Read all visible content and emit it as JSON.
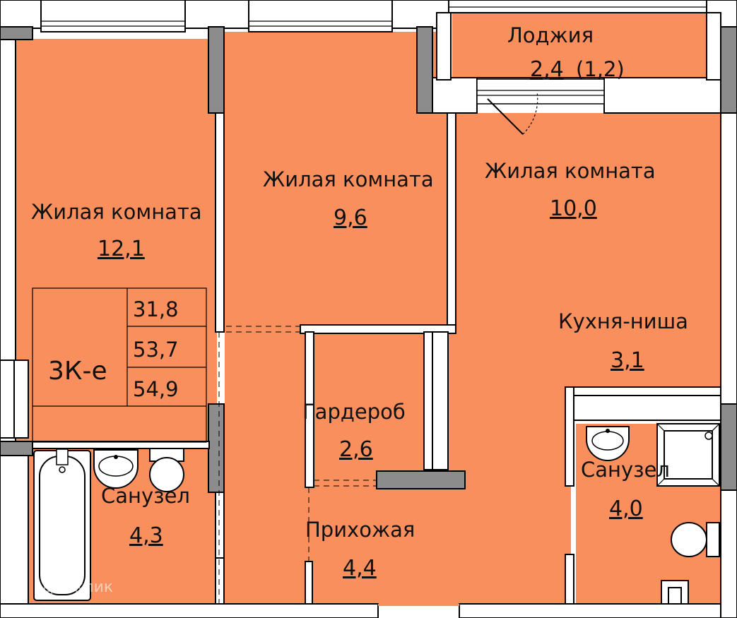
{
  "rooms": {
    "loggia": {
      "name": "Лоджия",
      "area": "2,4",
      "reduced": "(1,2)"
    },
    "living_left": {
      "name": "Жилая комната",
      "area": "12,1"
    },
    "living_middle": {
      "name": "Жилая комната",
      "area": "9,6"
    },
    "living_right": {
      "name": "Жилая комната",
      "area": "10,0"
    },
    "kitchen": {
      "name": "Кухня-ниша",
      "area": "3,1"
    },
    "wardrobe": {
      "name": "Гардероб",
      "area": "2,6"
    },
    "hallway": {
      "name": "Прихожая",
      "area": "4,4"
    },
    "bath_left": {
      "name": "Санузел",
      "area": "4,3"
    },
    "bath_right": {
      "name": "Санузел",
      "area": "4,0"
    }
  },
  "summary": {
    "type": "3К-е",
    "living_area": "31,8",
    "total_area": "53,7",
    "area_with_loggia": "54,9"
  },
  "watermark": "Домклик",
  "colors": {
    "room_fill": "#f98f5d",
    "wall_fill": "#8c8c8c"
  }
}
